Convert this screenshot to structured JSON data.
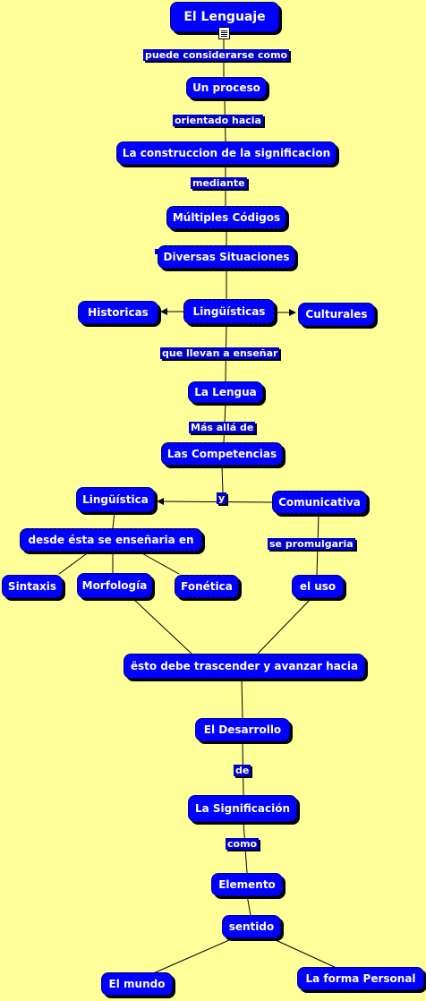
{
  "concepts": {
    "el_lenguaje": "El Lenguaje",
    "un_proceso": "Un proceso",
    "construccion": "La construccion de la significacion",
    "multiples_codigos": "Múltiples Códigos",
    "diversas_situaciones": "Diversas Situaciones",
    "historicas": "Historicas",
    "linguisticas": "Lingüísticas",
    "culturales": "Culturales",
    "la_lengua": "La Lengua",
    "las_competencias": "Las Competencias",
    "linguistica": "Lingüística",
    "comunicativa": "Comunicativa",
    "desde_esta": "desde ésta se enseñaria en",
    "sintaxis": "Sintaxis",
    "morfologia": "Morfología",
    "fonetica": "Fonética",
    "el_uso": "el uso",
    "esto_debe": "ësto debe trascender y avanzar hacia",
    "el_desarrollo": "El Desarrollo",
    "la_significacion": "La Significación",
    "elemento": "Elemento",
    "sentido": "sentido",
    "el_mundo": "El mundo",
    "forma_personal": "La forma Personal"
  },
  "links": {
    "puede_considerarse": "puede considerarse como",
    "orientado_hacia": "orientado hacia",
    "mediante": "mediante",
    "que_llevan": "que llevan a enseñar",
    "mas_alla": "Más allá de",
    "y": "y",
    "se_promulgaria": "se promulgaria",
    "de": "de",
    "como": "como"
  },
  "colors": {
    "background": "#ffff99",
    "node_fill": "#0000ff",
    "node_text": "#ffffff",
    "shadow": "#000000",
    "line": "#000000"
  },
  "icons": [
    "document-icon"
  ]
}
